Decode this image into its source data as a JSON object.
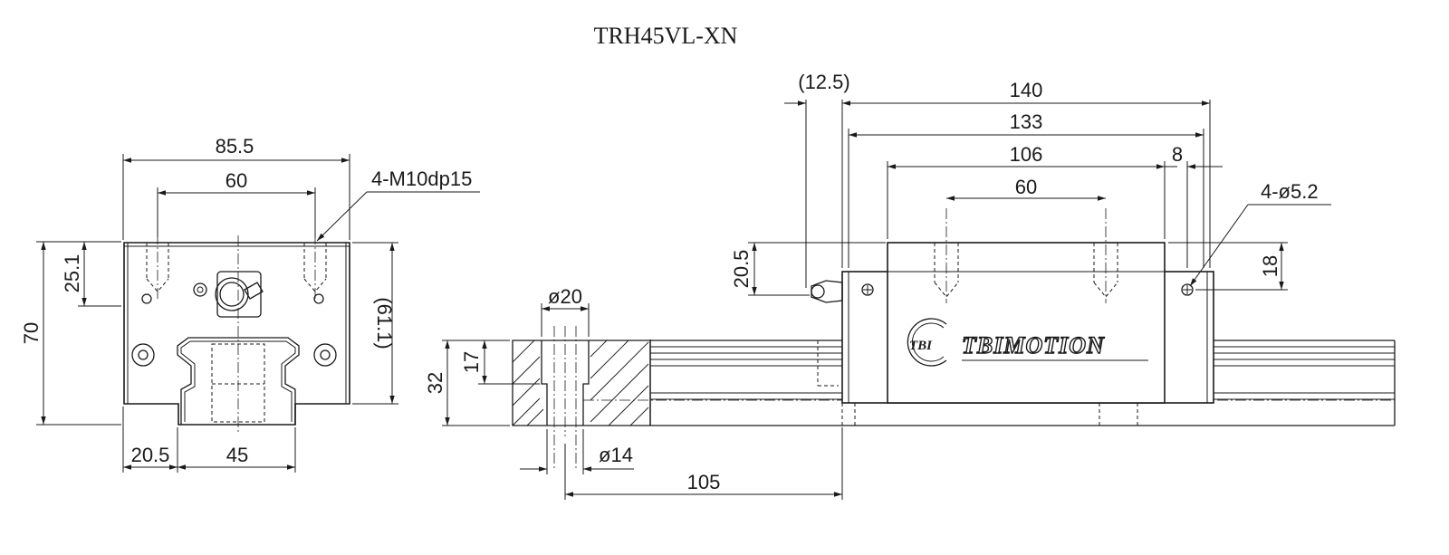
{
  "title": "TRH45VL-XN",
  "front_view": {
    "width_overall": "85.5",
    "hole_pitch": "60",
    "tap_spec": "4-M10dp15",
    "height_total": "70",
    "height_top": "25.1",
    "height_block": "(61.1)",
    "side_offset": "20.5",
    "rail_width": "45"
  },
  "rail_section": {
    "counterbore_dia": "ø20",
    "hole_dia": "ø14",
    "rail_height": "32",
    "counterbore_depth": "17",
    "hole_pitch": "105"
  },
  "side_view": {
    "grease_offset": "(12.5)",
    "length_overall": "140",
    "length_body": "133",
    "length_steel": "106",
    "hole_pitch": "60",
    "seal_width": "8",
    "side_holes": "4-ø5.2",
    "grease_height": "20.5",
    "side_hole_height": "18"
  },
  "brand": {
    "logo_text": "TBI",
    "name": "TBIMOTION"
  }
}
